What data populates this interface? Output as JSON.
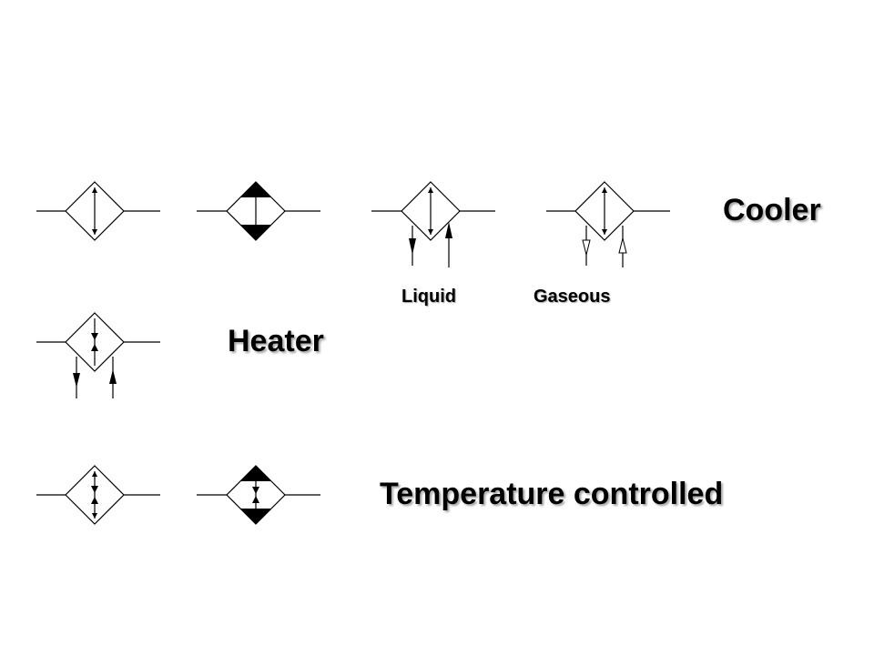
{
  "labels": {
    "cooler": "Cooler",
    "heater": "Heater",
    "temperature_controlled": "Temperature controlled",
    "liquid": "Liquid",
    "gaseous": "Gaseous"
  },
  "symbols": {
    "cooler": [
      "cooler-symbol",
      "cooler-symbol-alt",
      "cooler-liquid-symbol",
      "cooler-gaseous-symbol"
    ],
    "heater": [
      "heater-symbol"
    ],
    "temperature_controlled": [
      "temperature-controlled-symbol",
      "temperature-controlled-symbol-alt"
    ]
  },
  "colors": {
    "line": "#000000",
    "background": "#ffffff"
  }
}
